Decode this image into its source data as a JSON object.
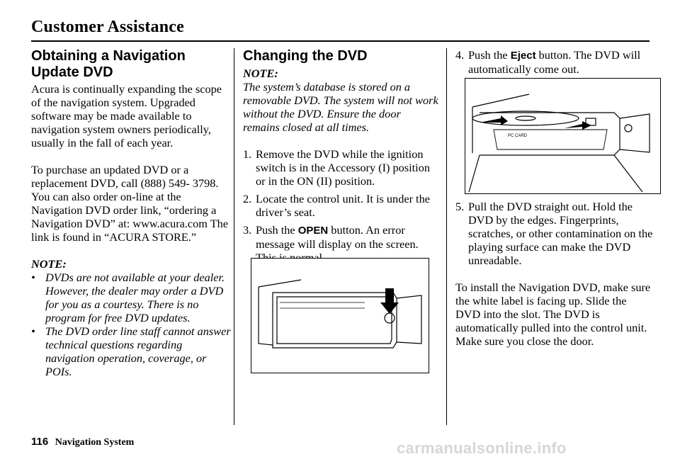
{
  "header": {
    "title": "Customer Assistance"
  },
  "col1": {
    "heading_line1": "Obtaining a Navigation",
    "heading_line2": "Update DVD",
    "para1": "Acura is continually expanding the scope of the navigation system. Upgraded software may be made available to navigation system owners periodically, usually in the fall of each year.",
    "para2": "To purchase an updated DVD or a replacement DVD, call (888) 549- 3798. You can also order on-line at the Navigation DVD order link, “ordering a Navigation DVD” at: www.acura.com The link is found in “ACURA STORE.”",
    "note_label": "NOTE:",
    "bullets": [
      "DVDs are not available at your dealer. However, the dealer may order a DVD for you as a courtesy. There is no program for free DVD updates.",
      "The DVD order line staff cannot answer technical questions regarding navigation operation, coverage, or POIs."
    ]
  },
  "col2": {
    "heading": "Changing the DVD",
    "note_label": "NOTE:",
    "note_text": "The system’s database is stored on a removable DVD. The system will not work without the DVD. Ensure the door remains closed at all times.",
    "step1": "Remove the DVD while the ignition switch is in the Accessory (I) position or in the ON (II) position.",
    "step2": "Locate the control unit. It is under the driver’s seat.",
    "step3_pre": "Push the ",
    "step3_btn": "OPEN",
    "step3_post": " button. An error message will display on the screen. This is normal."
  },
  "col3": {
    "step4_pre": "Push the ",
    "step4_btn": "Eject",
    "step4_post": " button. The DVD will automatically come out.",
    "fig_label": "PC CARD",
    "step5": "Pull the DVD straight out. Hold the DVD by the edges. Fingerprints, scratches, or other contamination on the playing surface can make the DVD unreadable.",
    "para": "To install the Navigation DVD, make sure the white label is facing up. Slide the DVD into the slot. The DVD is automatically pulled into the control unit. Make sure you close the door."
  },
  "footer": {
    "page_number": "116",
    "page_name": "Navigation System"
  },
  "watermark": "carmanualsonline.info"
}
